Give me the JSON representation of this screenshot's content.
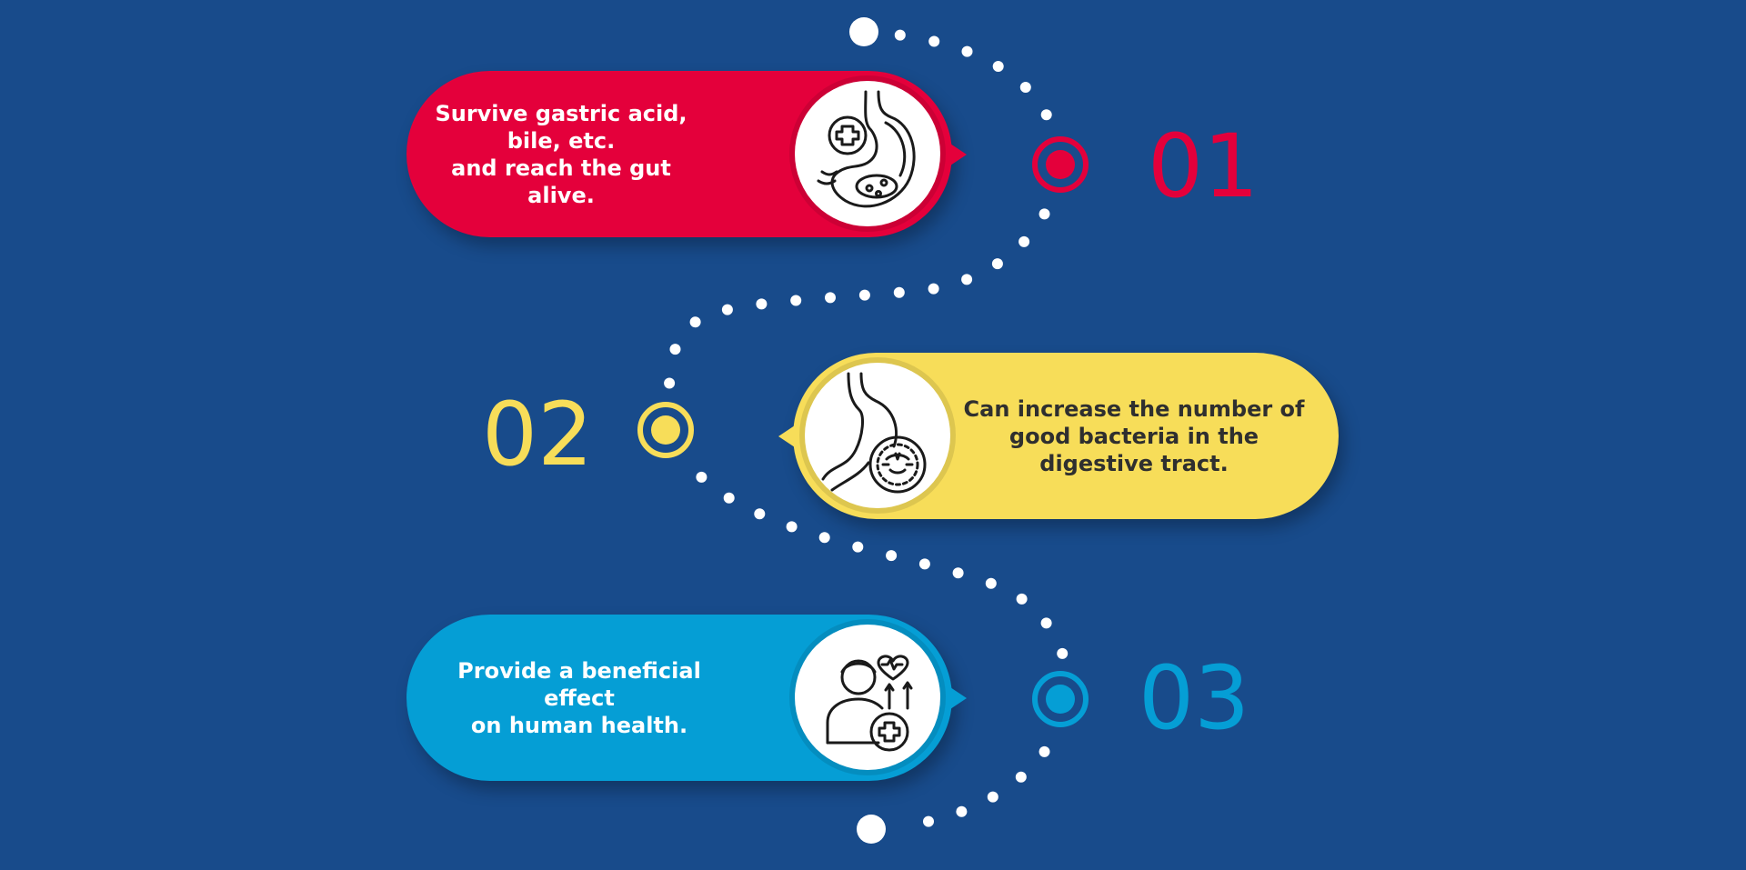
{
  "colors": {
    "background": "#184b8b",
    "red": "#e4003b",
    "yellow": "#f7dd59",
    "blue": "#059ed5",
    "dots": "#ffffff",
    "dark_text": "#2f2f2f"
  },
  "steps": [
    {
      "number": "01",
      "text_line1": "Survive gastric acid, bile, etc.",
      "text_line2": "and reach the gut alive.",
      "text_line3": "",
      "icon": "stomach-plus-icon",
      "color": "#e4003b"
    },
    {
      "number": "02",
      "text_line1": "Can increase the number of",
      "text_line2": "good bacteria in the",
      "text_line3": "digestive tract.",
      "icon": "stomach-bacteria-icon",
      "color": "#f7dd59"
    },
    {
      "number": "03",
      "text_line1": "Provide a beneficial effect",
      "text_line2": "on human health.",
      "text_line3": "",
      "icon": "person-health-icon",
      "color": "#059ed5"
    }
  ]
}
